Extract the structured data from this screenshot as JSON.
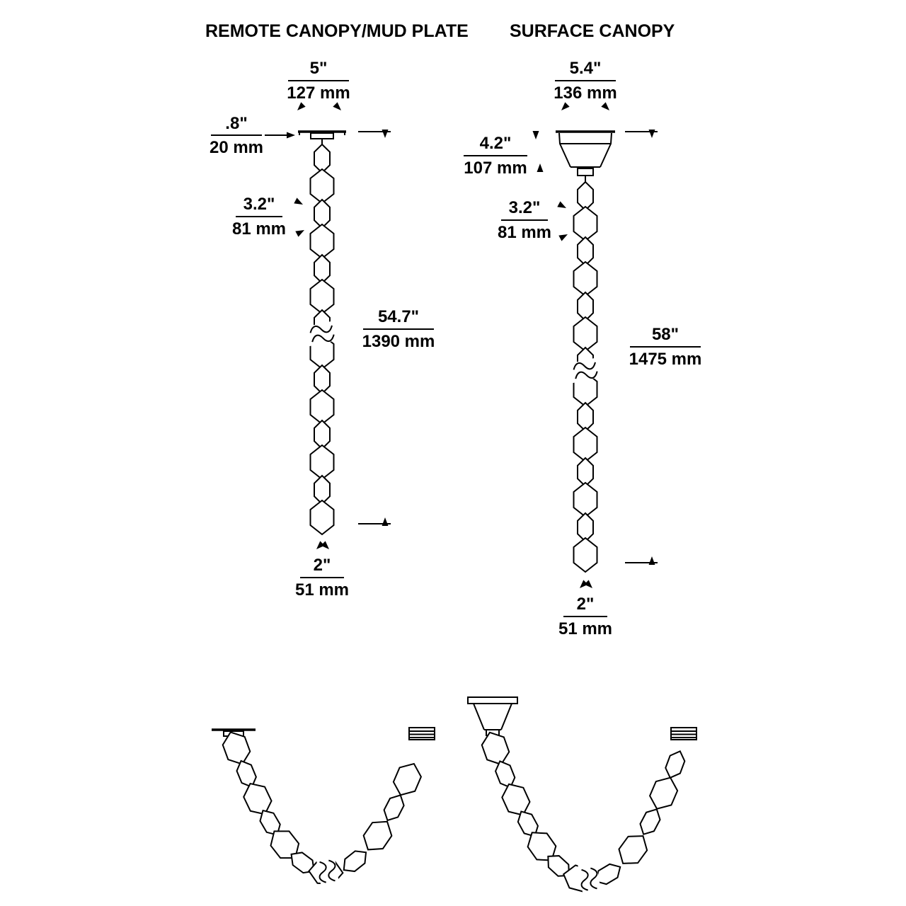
{
  "titles": {
    "left": "REMOTE CANOPY/MUD PLATE",
    "right": "SURFACE CANOPY"
  },
  "left": {
    "width_in": "5\"",
    "width_mm": "127 mm",
    "canopy_in": ".8\"",
    "canopy_mm": "20 mm",
    "link_in": "3.2\"",
    "link_mm": "81 mm",
    "overall_in": "54.7\"",
    "overall_mm": "1390 mm",
    "bottom_in": "2\"",
    "bottom_mm": "51 mm"
  },
  "right": {
    "width_in": "5.4\"",
    "width_mm": "136 mm",
    "canopy_in": "4.2\"",
    "canopy_mm": "107 mm",
    "link_in": "3.2\"",
    "link_mm": "81 mm",
    "overall_in": "58\"",
    "overall_mm": "1475 mm",
    "bottom_in": "2\"",
    "bottom_mm": "51 mm"
  }
}
